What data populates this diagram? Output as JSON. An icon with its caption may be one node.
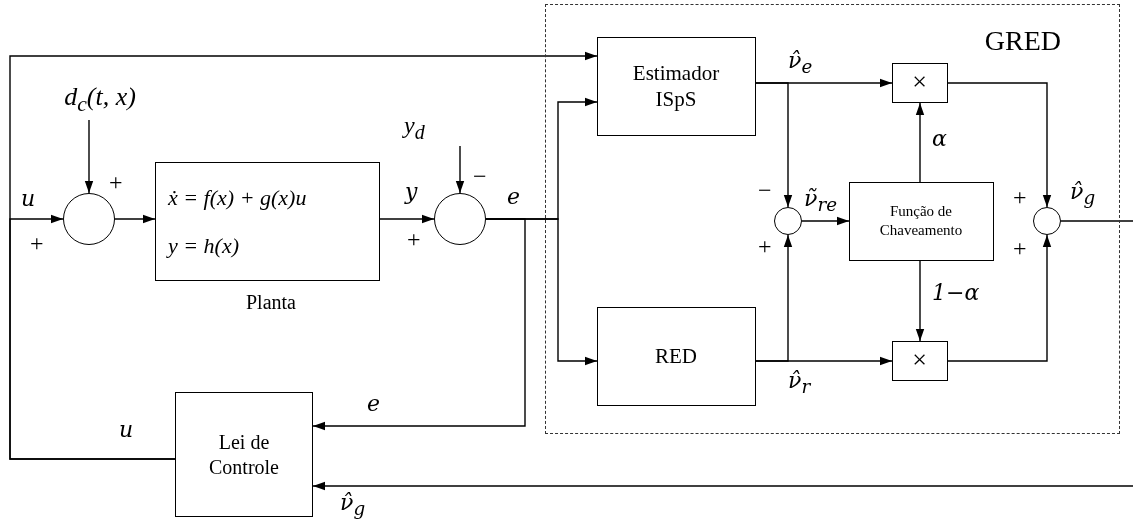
{
  "diagram": {
    "nodes": [
      {
        "text": [
          "d$_{c}$(t, x)"
        ]
      },
      {
        "text": [],
        "shape": "circle",
        "beside": [
          "+",
          "+"
        ]
      },
      {
        "text": [
          "ẋ = f(x) + g(x)u",
          "y = h(x)"
        ],
        "beside": [
          "Planta"
        ]
      },
      {
        "text": [
          "y$_{d}$"
        ]
      },
      {
        "text": [],
        "shape": "circle",
        "beside": [
          "−",
          "+"
        ]
      },
      {
        "text": [
          "GRED"
        ]
      },
      {
        "text": [
          "Estimador ISpS"
        ],
        "in": 5
      },
      {
        "text": [
          "×"
        ],
        "in": 5
      },
      {
        "text": [],
        "shape": "circle",
        "in": 5,
        "beside": [
          "−",
          "+"
        ]
      },
      {
        "text": [
          "Função de Chaveamento"
        ],
        "in": 5
      },
      {
        "text": [],
        "shape": "circle",
        "in": 5,
        "beside": [
          "+",
          "+"
        ]
      },
      {
        "text": [
          "RED"
        ],
        "in": 5
      },
      {
        "text": [
          "×"
        ],
        "in": 5
      },
      {
        "text": [
          "Lei de Controle"
        ]
      }
    ],
    "edges": [
      {
        "from": 13,
        "to": 1,
        "arrow": "to",
        "label": "u"
      },
      {
        "from": 13,
        "to": 6,
        "arrow": "to",
        "label": "u"
      },
      {
        "from": 0,
        "to": 1,
        "arrow": "to"
      },
      {
        "from": 1,
        "to": 2,
        "arrow": "to"
      },
      {
        "from": 2,
        "to": 4,
        "arrow": "to",
        "label": "y"
      },
      {
        "from": 3,
        "to": 4,
        "arrow": "to"
      },
      {
        "from": 4,
        "to": 6,
        "arrow": "to",
        "label": "e"
      },
      {
        "from": 4,
        "to": 11,
        "arrow": "to"
      },
      {
        "from": 4,
        "to": 13,
        "arrow": "to",
        "label": "e"
      },
      {
        "from": 6,
        "to": 7,
        "arrow": "to",
        "label": "ν̂$_{e}$"
      },
      {
        "from": 6,
        "to": 8,
        "arrow": "to"
      },
      {
        "from": 11,
        "to": 12,
        "arrow": "to",
        "label": "ν̂$_{r}$"
      },
      {
        "from": 11,
        "to": 8,
        "arrow": "to"
      },
      {
        "from": 8,
        "to": 9,
        "arrow": "to",
        "label": "ν̃$_{re}$"
      },
      {
        "from": 9,
        "to": 7,
        "arrow": "to",
        "label": "α"
      },
      {
        "from": 9,
        "to": 12,
        "arrow": "to",
        "label": "1−α"
      },
      {
        "from": 7,
        "to": 10,
        "arrow": "to"
      },
      {
        "from": 12,
        "to": 10,
        "arrow": "to"
      },
      {
        "from": 10,
        "to": null,
        "arrow": "none",
        "label": "ν̂$_{g}$"
      },
      {
        "from": null,
        "to": 13,
        "arrow": "to",
        "label": "ν̂$_{g}$"
      }
    ]
  }
}
